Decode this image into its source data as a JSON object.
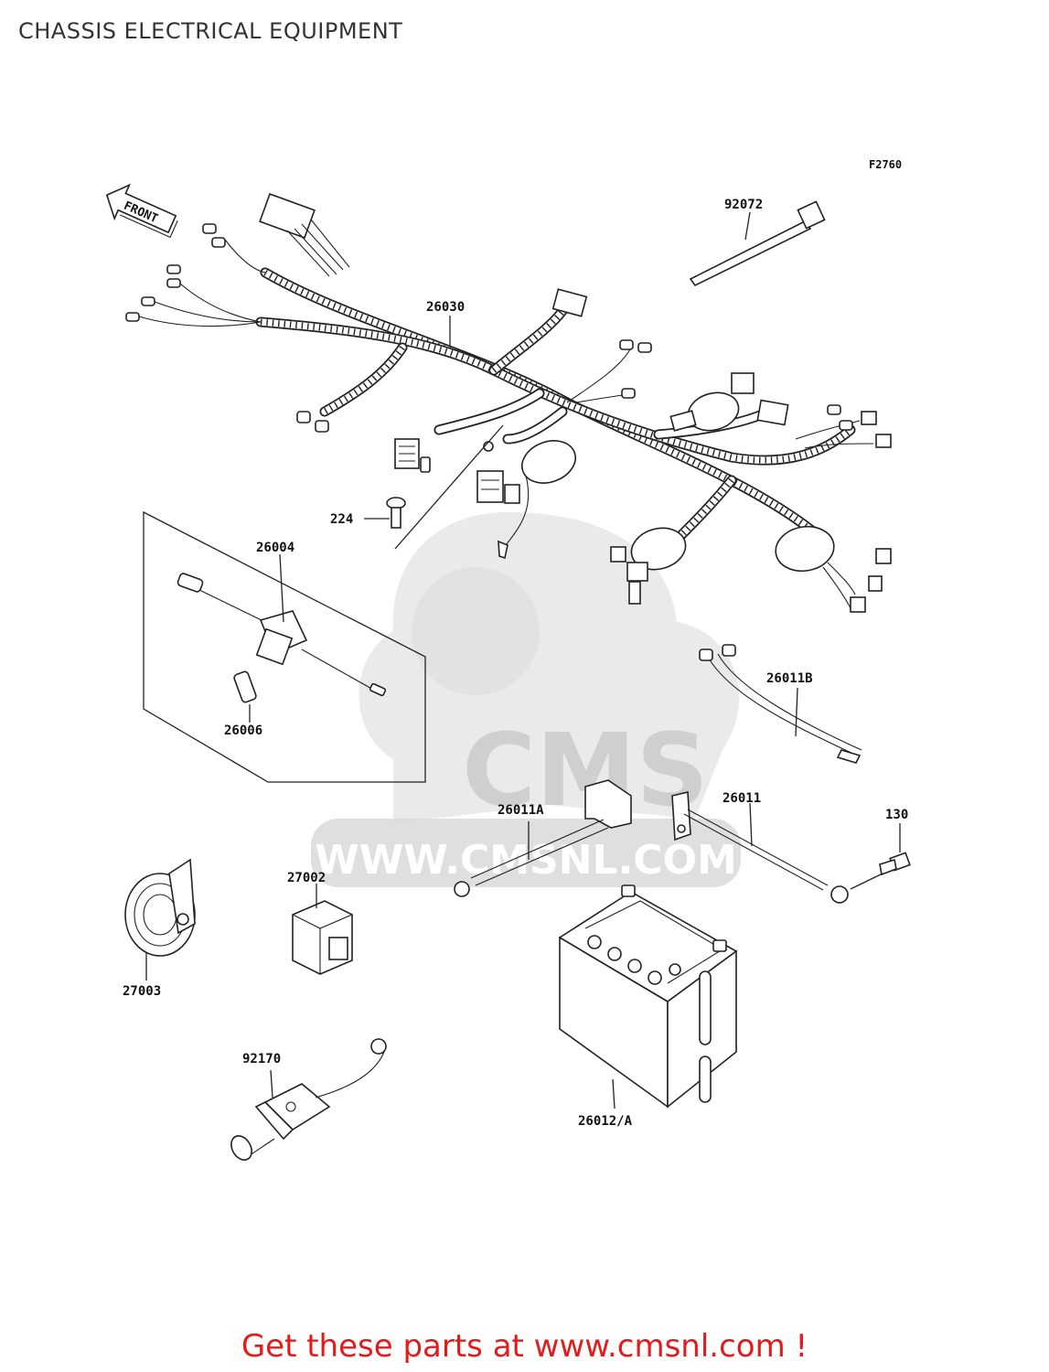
{
  "title": "CHASSIS ELECTRICAL EQUIPMENT",
  "diagram_code": "F2760",
  "front_label": "FRONT",
  "watermark": {
    "logo_text": "CMS",
    "url_text": "WWW.CMSNL.COM"
  },
  "parts": [
    {
      "number": "92072"
    },
    {
      "number": "26030"
    },
    {
      "number": "224"
    },
    {
      "number": "26004"
    },
    {
      "number": "26006"
    },
    {
      "number": "26011B"
    },
    {
      "number": "26011A"
    },
    {
      "number": "26011"
    },
    {
      "number": "130"
    },
    {
      "number": "27002"
    },
    {
      "number": "27003"
    },
    {
      "number": "92170"
    },
    {
      "number": "26012/A"
    }
  ],
  "footer": "Get these parts at www.cmsnl.com !",
  "colors": {
    "footer": "#e41b1b",
    "watermark": "#d9d9d9",
    "ink": "#222222"
  }
}
